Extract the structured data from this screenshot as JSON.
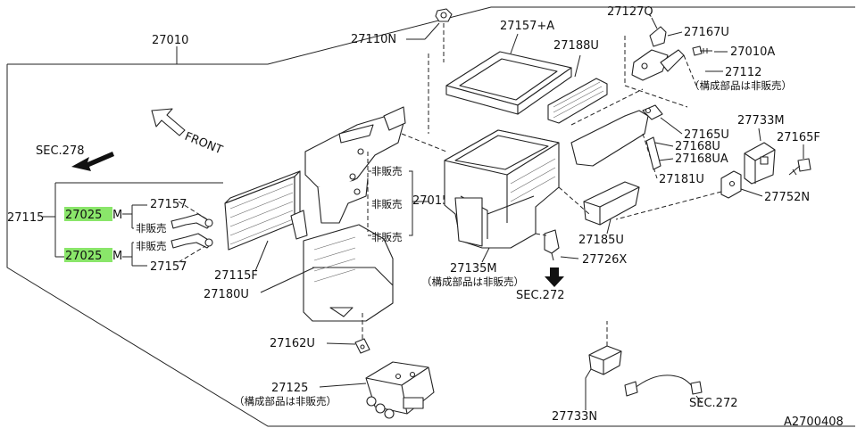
{
  "labels": {
    "p27010": "27010",
    "p27110n": "27110N",
    "p27157a": "27157+A",
    "p27127q": "27127Q",
    "p27188u": "27188U",
    "p27167u": "27167U",
    "p27010a": "27010A",
    "p27112": "27112",
    "note_27112": "（構成部品は非販売）",
    "front": "FRONT",
    "sec278": "SEC.278",
    "hibanbai_top": "非販売",
    "hibanbai_mid": "非販売",
    "hibanbai_low": "非販売",
    "p27015": "27015",
    "p27733m": "27733M",
    "p27165f": "27165F",
    "p27165u": "27165U",
    "p27168u": "27168U",
    "p27168ua": "27168UA",
    "p27181u": "27181U",
    "p27752n": "27752N",
    "p27115": "27115",
    "p27025m_top": "27025",
    "p27025m_top_suffix": "M",
    "p27025m_bot": "27025",
    "p27025m_bot_suffix": "M",
    "p27157_top": "27157",
    "p27157_bot": "27157",
    "hibanbai_left1": "非販売",
    "hibanbai_left2": "非販売",
    "p27115f": "27115F",
    "p27180u": "27180U",
    "p27135m": "27135M",
    "note_27135m": "（構成部品は非販売）",
    "p27185u": "27185U",
    "p27726x": "27726X",
    "sec272_mid": "SEC.272",
    "p27162u": "27162U",
    "p27125": "27125",
    "note_27125": "（構成部品は非販売）",
    "p27733n": "27733N",
    "sec272_bot": "SEC.272",
    "ref_code": "A2700408"
  },
  "colors": {
    "highlight": "#8ae66a",
    "ink": "#222222"
  }
}
